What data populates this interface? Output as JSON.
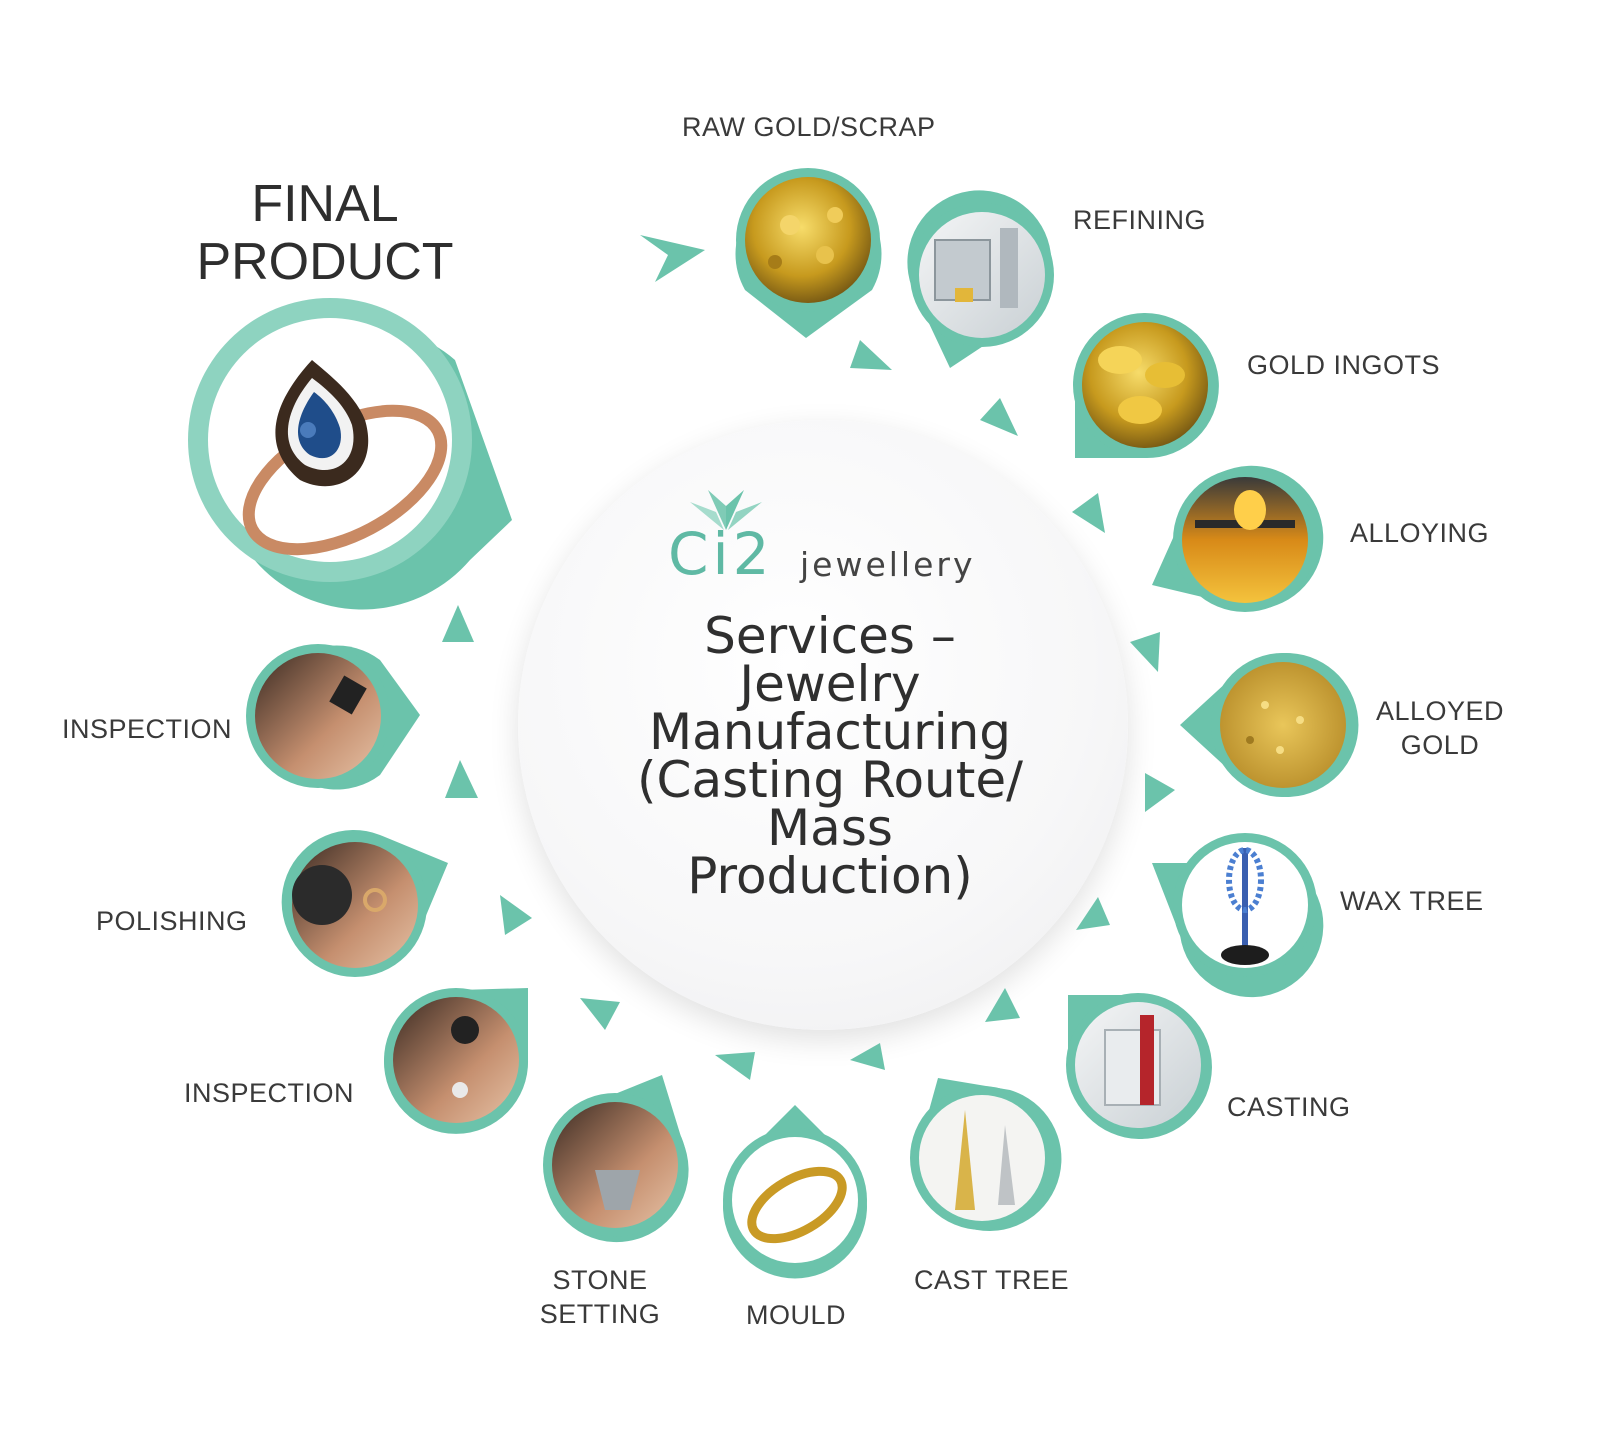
{
  "final_product": {
    "line1": "FINAL",
    "line2": "PRODUCT"
  },
  "center": {
    "logo_mark": "Ci2",
    "logo_word": "jewellery",
    "title_lines": [
      "Services –",
      "Jewelry",
      "Manufacturing",
      "(Casting Route/",
      "Mass",
      "Production)"
    ]
  },
  "steps": [
    {
      "label": "RAW GOLD/SCRAP",
      "image": "raw-gold-flakes"
    },
    {
      "label": "REFINING",
      "image": "refining-machinery"
    },
    {
      "label": "GOLD INGOTS",
      "image": "gold-ingots"
    },
    {
      "label": "ALLOYING",
      "image": "molten-gold-pour"
    },
    {
      "label_line1": "ALLOYED",
      "label_line2": "GOLD",
      "image": "gold-granules"
    },
    {
      "label": "WAX TREE",
      "image": "blue-wax-tree"
    },
    {
      "label": "CASTING",
      "image": "casting-machine"
    },
    {
      "label": "CAST TREE",
      "image": "metal-cast-tree"
    },
    {
      "label": "MOULD",
      "image": "gold-bangle"
    },
    {
      "label_line1": "STONE",
      "label_line2": "SETTING",
      "image": "stone-setting-hands"
    },
    {
      "label": "INSPECTION",
      "image": "loupe-inspection"
    },
    {
      "label": "POLISHING",
      "image": "polishing-ring"
    },
    {
      "label": "INSPECTION",
      "image": "loupe-inspection-2"
    }
  ],
  "final_image": "blue-pear-diamond-ring",
  "colors": {
    "teal": "#6bc3ab",
    "teal_dark": "#4fae95",
    "text": "#333333"
  }
}
